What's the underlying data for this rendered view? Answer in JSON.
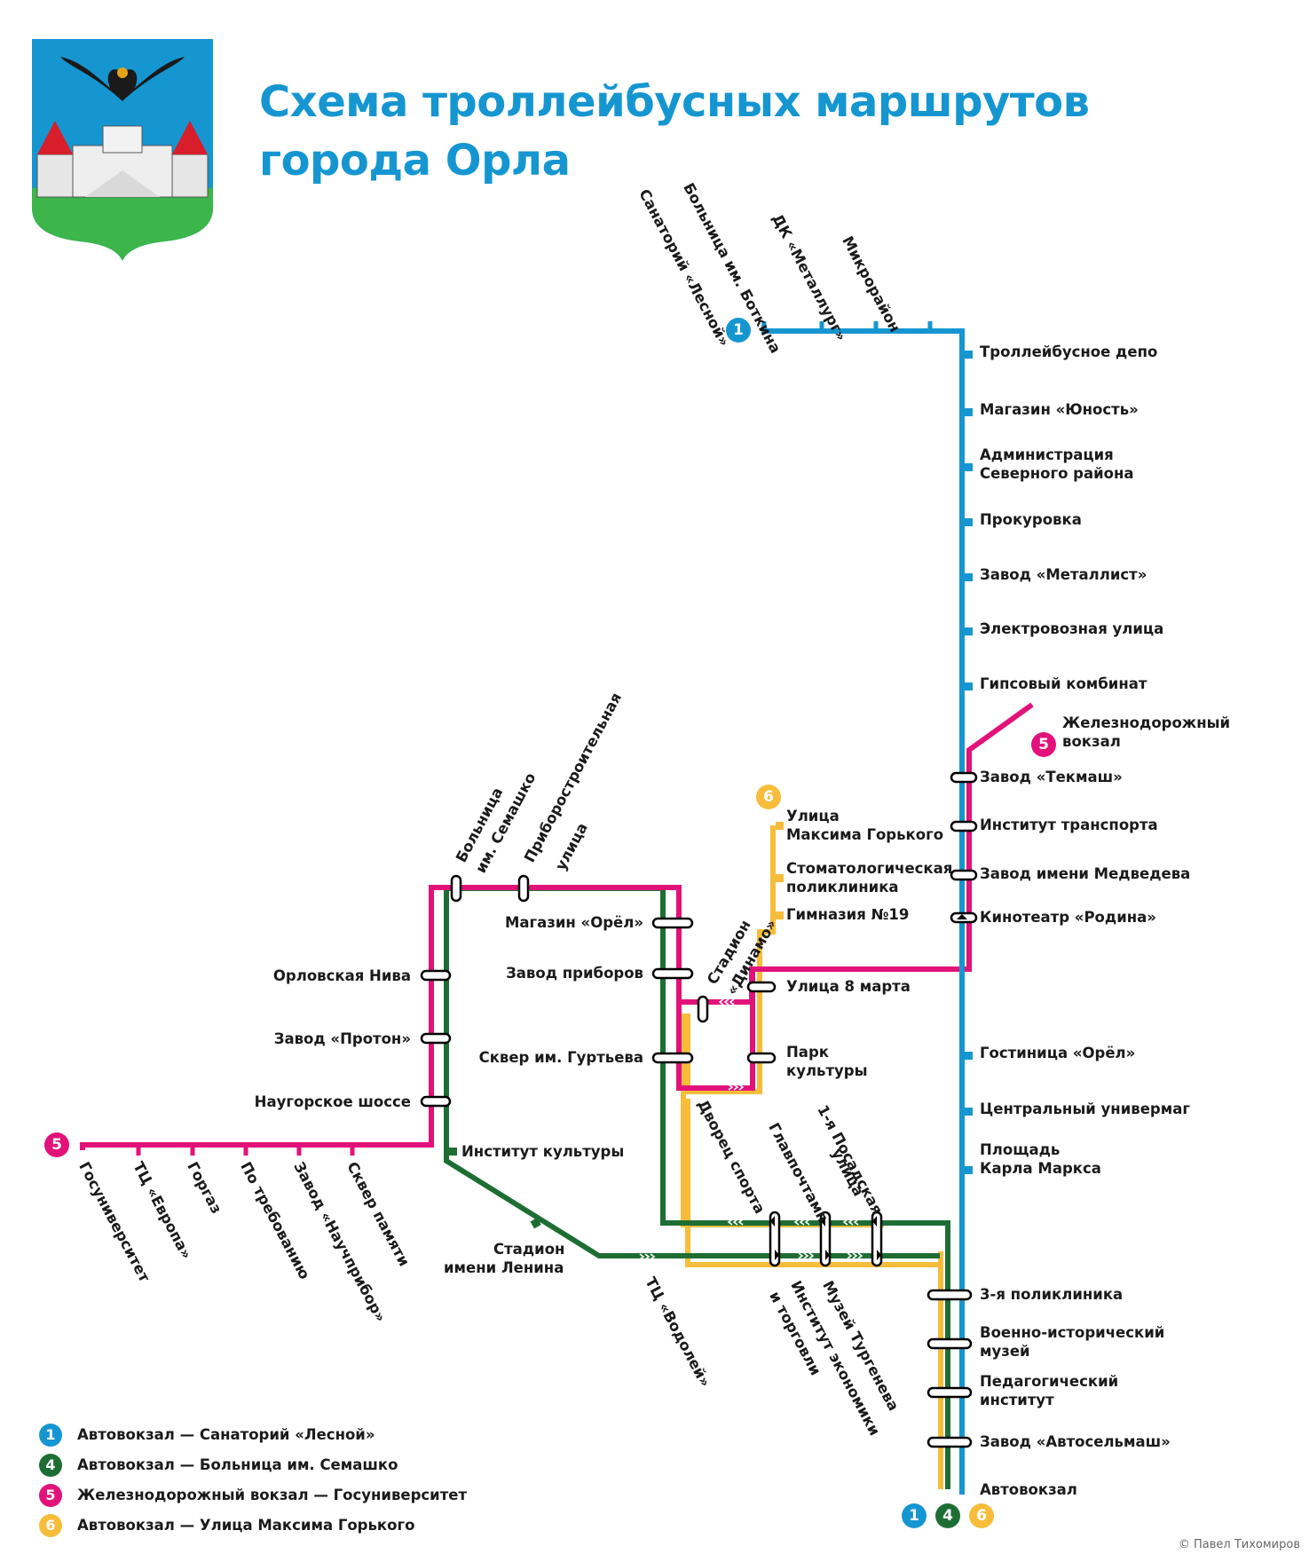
{
  "title": {
    "line1": "Схема троллейбусных маршрутов",
    "line2": "города Орла"
  },
  "colors": {
    "route1": "#1596d1",
    "route4": "#1e6e34",
    "route5": "#e3127a",
    "route6": "#f7bd3a",
    "title": "#1596d1"
  },
  "coat_of_arms": {
    "icon": "oryol-coat-of-arms-icon"
  },
  "route_badges": {
    "r1_top": "1",
    "r5_rail": "5",
    "r6_top": "6",
    "r5_left": "5",
    "terminal": [
      "1",
      "4",
      "6"
    ]
  },
  "stops": {
    "north": [
      "Санаторий «Лесной»",
      "Больница им. Боткина",
      "ДК «Металлург»",
      "Микрорайон"
    ],
    "east": [
      "Троллейбусное депо",
      "Магазин «Юность»",
      "Администрация",
      "Северного района",
      "Прокуровка",
      "Завод «Металлист»",
      "Электровозная улица",
      "Гипсовый комбинат",
      "Железнодорожный",
      "вокзал",
      "Завод «Текмаш»",
      "Институт транспорта",
      "Завод имени Медведева",
      "Кинотеатр «Родина»",
      "Гостиница «Орёл»",
      "Центральный универмаг",
      "Площадь",
      "Карла Маркса",
      "3-я поликлиника",
      "Военно-исторический",
      "музей",
      "Педагогический",
      "институт",
      "Завод «Автосельмаш»",
      "Автовокзал"
    ],
    "route6_top": [
      "Улица",
      "Максима Горького",
      "Стоматологическая",
      "поликлиника",
      "Гимназия №19",
      "Улица 8 марта",
      "Парк",
      "культуры"
    ],
    "center_left": [
      "Магазин «Орёл»",
      "Завод приборов",
      "Сквер им. Гуртьева"
    ],
    "west_loop": [
      "Орловская Нива",
      "Завод «Протон»",
      "Наугорское шоссе"
    ],
    "west_top": [
      "Больница",
      "им. Семашко",
      "Приборостроительная",
      "улица"
    ],
    "dinamo": [
      "Стадион",
      "«Динамо»"
    ],
    "culture": "Институт культуры",
    "lenin": [
      "Стадион",
      "имени Ленина"
    ],
    "vodoley": "ТЦ «Водолей»",
    "south_row": [
      "Госуниверситет",
      "ТЦ «Европа»",
      "Горгаз",
      "По требованию",
      "Завод «Научприбор»",
      "Сквер памяти"
    ],
    "center_upper": [
      "Дворец спорта",
      "Главпочтамп",
      "1-я Посадская",
      "улица"
    ],
    "center_lower": [
      "Институт экономики",
      "и торговли",
      "Музей Тургенева"
    ]
  },
  "legend": [
    {
      "num": "1",
      "color": "#1596d1",
      "text": "Автовокзал — Санаторий «Лесной»"
    },
    {
      "num": "4",
      "color": "#1e6e34",
      "text": "Автовокзал — Больница им. Семашко"
    },
    {
      "num": "5",
      "color": "#e3127a",
      "text": "Железнодорожный вокзал — Госуниверситет"
    },
    {
      "num": "6",
      "color": "#f7bd3a",
      "text": "Автовокзал — Улица Максима Горького"
    }
  ],
  "copyright": "© Павел Тихомиров"
}
